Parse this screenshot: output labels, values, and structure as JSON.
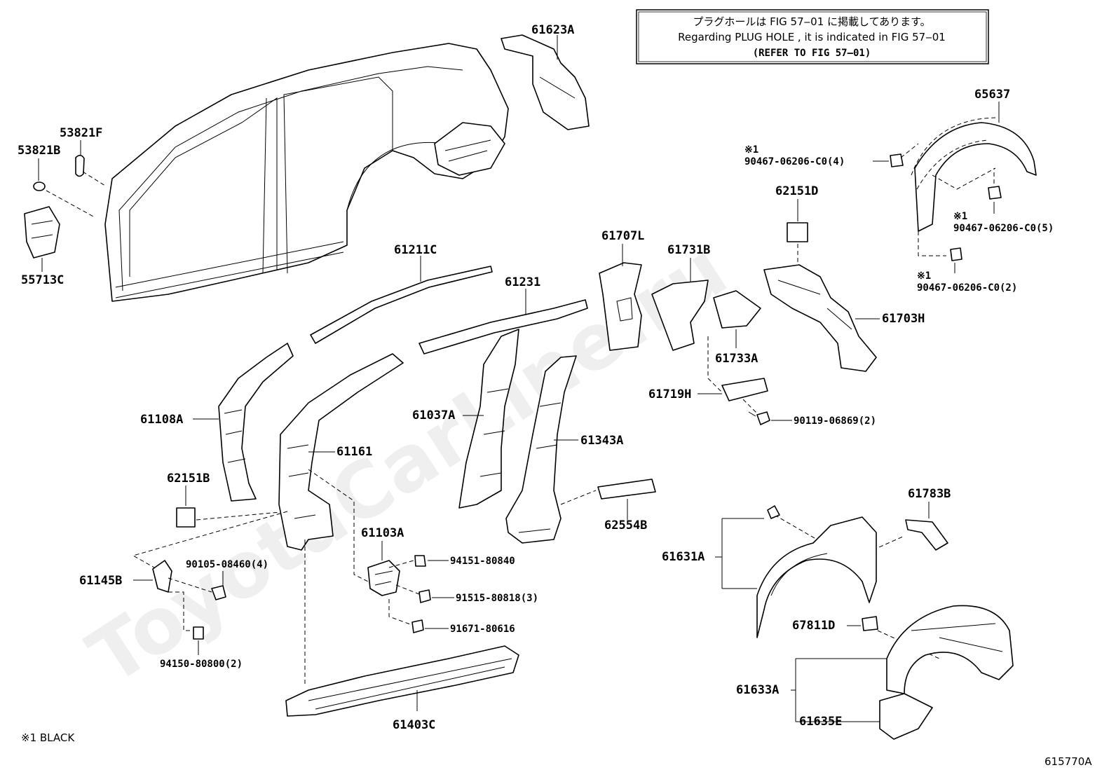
{
  "note_box": {
    "line1": "プラグホールは FIG 57‒01 に掲載してあります。",
    "line2": "Regarding  PLUG  HOLE , it is indicated in FIG 57‒01",
    "line3": "(REFER TO FIG 57‒01)"
  },
  "parts": {
    "p61623A": "61623A",
    "p53821F": "53821F",
    "p53821B": "53821B",
    "p55713C": "55713C",
    "p61211C": "61211C",
    "p61231": "61231",
    "p61707L": "61707L",
    "p61731B": "61731B",
    "p62151D": "62151D",
    "p65637": "65637",
    "p90467_4": "90467-06206-C0(4)",
    "p90467_5": "90467-06206-C0(5)",
    "p90467_2": "90467-06206-C0(2)",
    "p61703H": "61703H",
    "p61733A": "61733A",
    "p61719H": "61719H",
    "p90119": "90119-06869(2)",
    "p61108A": "61108A",
    "p61161": "61161",
    "p61037A": "61037A",
    "p61343A": "61343A",
    "p62151B": "62151B",
    "p62554B": "62554B",
    "p61103A": "61103A",
    "p94151": "94151-80840",
    "p91515": "91515-80818(3)",
    "p91671": "91671-80616",
    "p90105": "90105-08460(4)",
    "p61145B": "61145B",
    "p94150": "94150-80800(2)",
    "p61403C": "61403C",
    "p61783B": "61783B",
    "p61631A": "61631A",
    "p67811D": "67811D",
    "p61633A": "61633A",
    "p61635E": "61635E"
  },
  "marks": {
    "m1": "※1",
    "m2": "※1",
    "m3": "※1"
  },
  "footnote": "※1 BLACK",
  "figure_code": "615770A",
  "watermark": "ToyotaCarLine.ru"
}
